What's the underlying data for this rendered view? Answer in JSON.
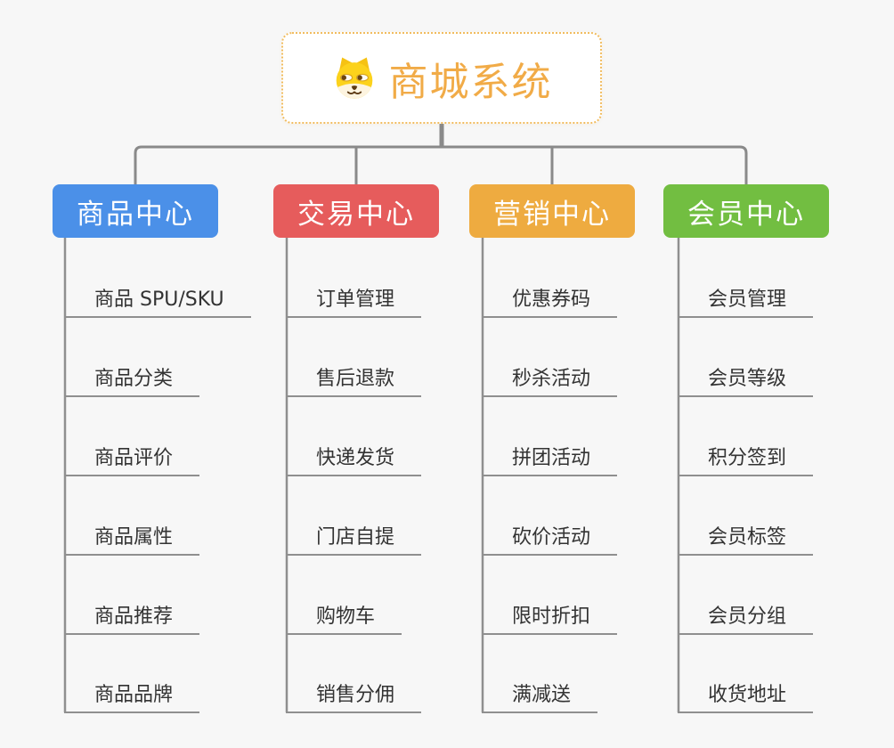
{
  "canvas": {
    "background": "#f7f7f7"
  },
  "root": {
    "title": "商城系统",
    "icon": "dog-face-icon",
    "title_color": "#f1ab47",
    "border_color": "#f1bc5f"
  },
  "connector": {
    "main_color": "#8a8a8a",
    "leaf_line_color": "#8f8f8f"
  },
  "branches": [
    {
      "label": "商品中心",
      "color": "#4b90e8",
      "children": [
        "商品 SPU/SKU",
        "商品分类",
        "商品评价",
        "商品属性",
        "商品推荐",
        "商品品牌"
      ]
    },
    {
      "label": "交易中心",
      "color": "#e65c5c",
      "children": [
        "订单管理",
        "售后退款",
        "快递发货",
        "门店自提",
        "购物车",
        "销售分佣"
      ]
    },
    {
      "label": "营销中心",
      "color": "#eeab40",
      "children": [
        "优惠券码",
        "秒杀活动",
        "拼团活动",
        "砍价活动",
        "限时折扣",
        "满减送"
      ]
    },
    {
      "label": "会员中心",
      "color": "#72be41",
      "children": [
        "会员管理",
        "会员等级",
        "积分签到",
        "会员标签",
        "会员分组",
        "收货地址"
      ]
    }
  ]
}
